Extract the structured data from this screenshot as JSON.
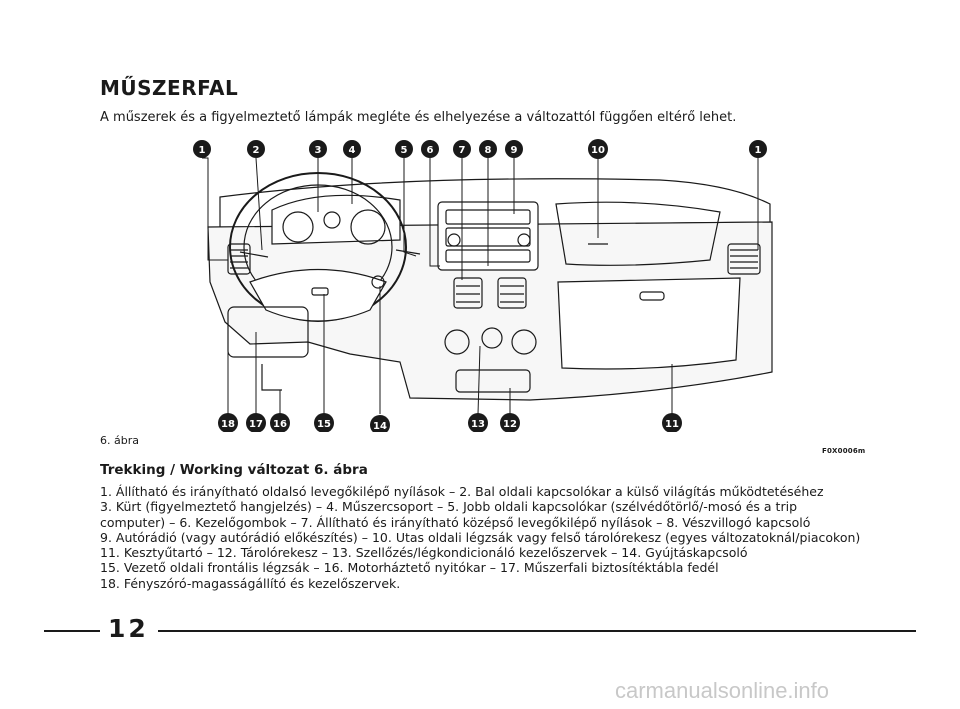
{
  "page": {
    "title": "MŰSZERFAL",
    "intro": "A műszerek és a figyelmeztető lámpák megléte és elhelyezése a változattól függően eltérő lehet.",
    "figure_caption": "6. ábra",
    "figure_code": "F0X0006m",
    "section_heading": "Trekking / Working változat 6. ábra",
    "body_lines": [
      "1. Állítható és irányítható oldalsó levegőkilépő nyílások – 2. Bal oldali kapcsolókar a külső világítás működtetéséhez",
      "3.  Kürt (figyelmeztető hangjelzés) – 4. Műszercsoport – 5. Jobb oldali kapcsolókar (szélvédőtörlő/-mosó és a trip",
      "computer) – 6. Kezelőgombok – 7. Állítható és irányítható középső levegőkilépő nyílások – 8. Vészvillogó kapcsoló",
      "9. Autórádió (vagy autórádió előkészítés) – 10. Utas oldali légzsák vagy felső tárolórekesz (egyes változatoknál/piacokon)",
      "11. Kesztyűtartó – 12. Tárolórekesz – 13. Szellőzés/légkondicionáló kezelőszervek – 14. Gyújtáskapcsoló",
      "15. Vezető oldali frontális légzsák – 16. Motorháztető nyitókar – 17. Műszerfali biztosítéktábla fedél",
      "18. Fényszóró-magasságállító és kezelőszervek."
    ],
    "page_number": "12",
    "watermark": "carmanualsonline.info"
  },
  "callouts": {
    "top": [
      "1",
      "2",
      "3",
      "4",
      "5",
      "6",
      "7",
      "8",
      "9",
      "10",
      "1"
    ],
    "bottom": [
      "18",
      "17",
      "16",
      "15",
      "14",
      "13",
      "12",
      "11"
    ]
  }
}
